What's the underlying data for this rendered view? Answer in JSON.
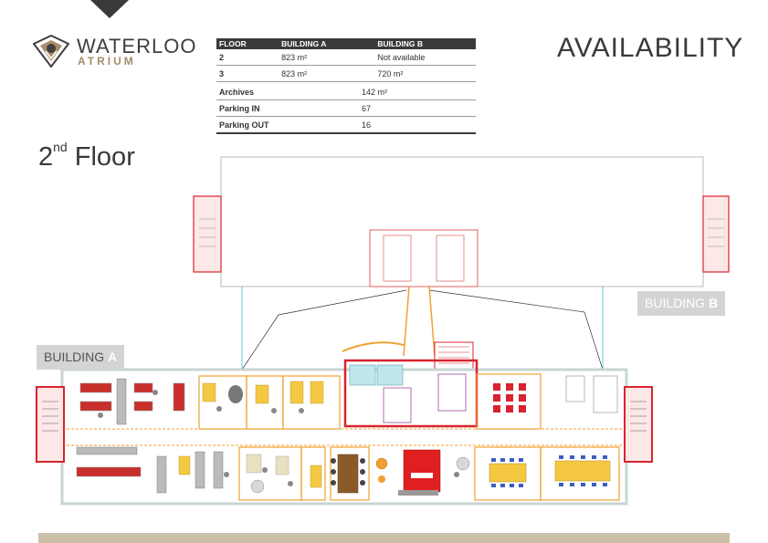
{
  "brand": {
    "name": "WATERLOO",
    "sub": "ATRIUM"
  },
  "page_title": "AVAILABILITY",
  "floor_title": {
    "main": "2",
    "sup": "nd",
    "rest": " Floor"
  },
  "table": {
    "headers": [
      "FLOOR",
      "BUILDING A",
      "BUILDING B"
    ],
    "rows": [
      [
        "2",
        "823 m²",
        "Not available"
      ],
      [
        "3",
        "823 m²",
        "720 m²"
      ]
    ]
  },
  "extras": [
    {
      "label": "Archives",
      "value": "142 m²"
    },
    {
      "label": "Parking IN",
      "value": "67"
    },
    {
      "label": "Parking OUT",
      "value": "16"
    }
  ],
  "tags": {
    "a_prefix": "BUILDING ",
    "a_letter": "A",
    "b_prefix": "BUILDING ",
    "b_letter": "B"
  },
  "colors": {
    "dark": "#3a3a3a",
    "gold": "#a58d6a",
    "tag_bg": "#d4d4d4",
    "footer": "#cbbfa8",
    "wall_red": "#d9232e",
    "wall_orange": "#f0a030"
  }
}
